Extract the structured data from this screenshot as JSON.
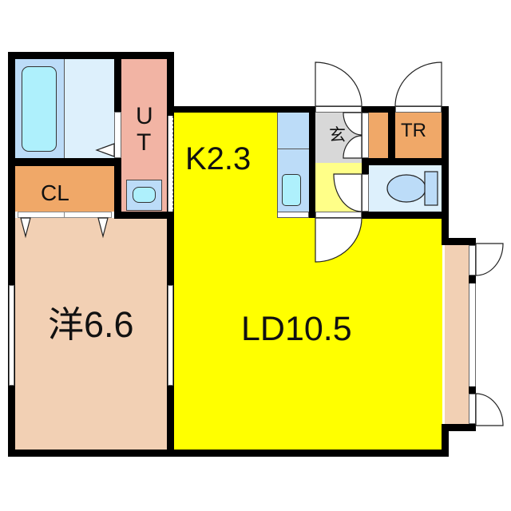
{
  "rooms": {
    "bedroom": {
      "label": "洋6.6",
      "type": "Western-style room",
      "area_jo": "6.6",
      "color": "#f2d0b4"
    },
    "living_dining": {
      "label": "LD10.5",
      "area_jo": "10.5",
      "color": "#ffff00"
    },
    "kitchen": {
      "label": "K2.3",
      "area_jo": "2.3",
      "color": "#ffff00"
    },
    "closet": {
      "label": "CL",
      "color": "#f0a868"
    },
    "utility": {
      "label_line1": "U",
      "label_line2": "T",
      "color": "#f2b4a4"
    },
    "bathroom": {
      "color": "#ddf0fc",
      "tub_color": "#aef0fc"
    },
    "entrance": {
      "label": "玄",
      "color": "#d8d8d8"
    },
    "hallway": {
      "color": "#ffff88"
    },
    "trunk_room": {
      "label": "TR",
      "color": "#f0a868"
    },
    "toilet": {
      "color": "#ddf0fc"
    },
    "balcony": {
      "color": "#f2d0b4"
    }
  },
  "colors": {
    "wall": "#000000",
    "fixture_blue": "#bcdcf8",
    "fixture_cyan": "#aef0fc"
  }
}
